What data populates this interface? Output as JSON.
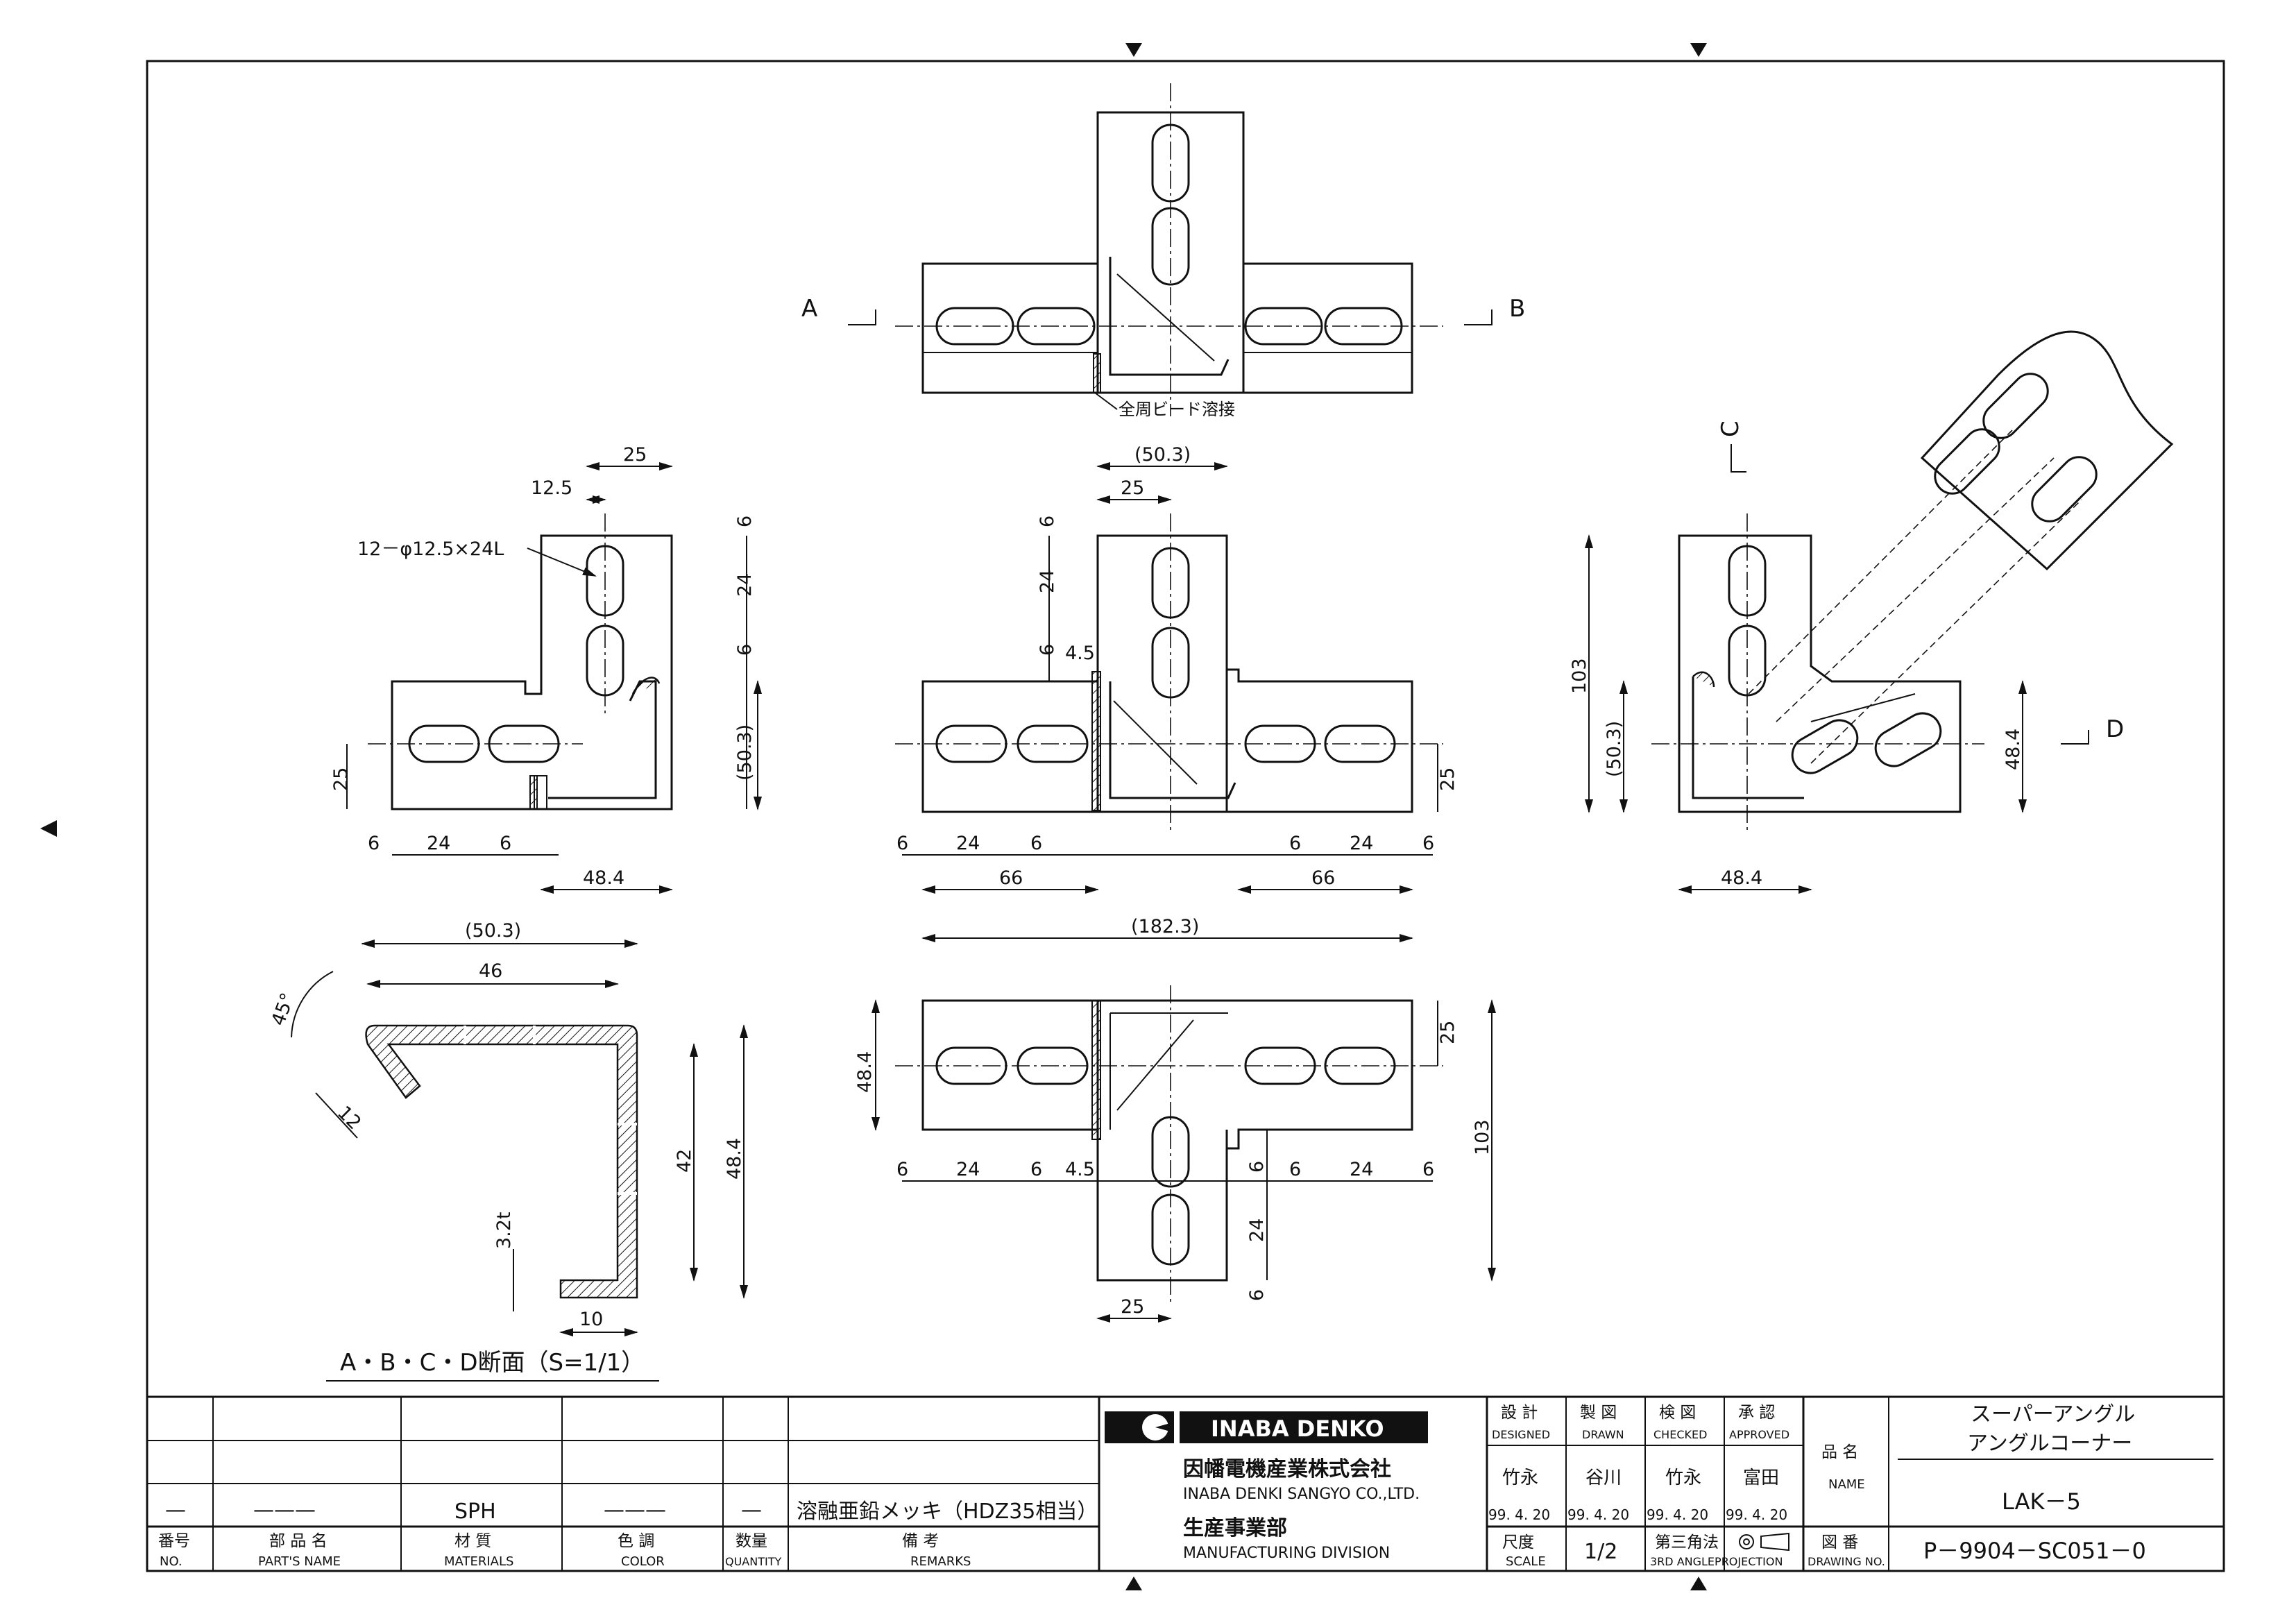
{
  "top_view": {
    "label_a": "A",
    "label_b": "B",
    "weld_note": "全周ビード溶接"
  },
  "left_view": {
    "hole_note": "12－φ12.5×24L",
    "dims": [
      "25",
      "12.5",
      "6",
      "24",
      "6",
      "(50.3)",
      "25",
      "6",
      "24",
      "6",
      "48.4"
    ]
  },
  "front_view": {
    "dims": [
      "(50.3)",
      "25",
      "6",
      "24",
      "6",
      "4.5",
      "25",
      "6",
      "24",
      "6",
      "6",
      "24",
      "6",
      "66",
      "66",
      "(182.3)"
    ]
  },
  "right_view": {
    "label_c": "C",
    "label_d": "D",
    "dims": [
      "103",
      "(50.3)",
      "48.4",
      "48.4"
    ]
  },
  "section": {
    "dims": [
      "(50.3)",
      "46",
      "45°",
      "12",
      "42",
      "48.4",
      "3.2t",
      "10"
    ],
    "caption": "A・B・C・D断面（S=1/1）"
  },
  "bottom_view": {
    "dims": [
      "48.4",
      "25",
      "103",
      "6",
      "24",
      "6",
      "4.5",
      "6",
      "24",
      "6",
      "6",
      "24",
      "6",
      "25"
    ]
  },
  "title_block": {
    "rows": [
      {
        "no": "—",
        "part_name": "———",
        "material": "SPH",
        "color": "———",
        "quantity": "—",
        "remarks": "溶融亜鉛メッキ（HDZ35相当）"
      }
    ],
    "headers": {
      "no": "番号",
      "no_en": "NO.",
      "part_name": "部 品 名",
      "part_name_en": "PART'S NAME",
      "material": "材 質",
      "material_en": "MATERIALS",
      "color": "色 調",
      "color_en": "COLOR",
      "quantity": "数量",
      "quantity_en": "QUANTITY",
      "remarks": "備 考",
      "remarks_en": "REMARKS"
    },
    "company": {
      "brand": "INABA DENKO",
      "name_jp": "因幡電機産業株式会社",
      "name_en": "INABA DENKI SANGYO CO.,LTD.",
      "division_jp": "生産事業部",
      "division_en": "MANUFACTURING DIVISION"
    },
    "approvals": [
      {
        "label": "設 計",
        "label_en": "DESIGNED",
        "name": "竹永",
        "date": "99. 4. 20"
      },
      {
        "label": "製 図",
        "label_en": "DRAWN",
        "name": "谷川",
        "date": "99. 4. 20"
      },
      {
        "label": "検 図",
        "label_en": "CHECKED",
        "name": "竹永",
        "date": "99. 4. 20"
      },
      {
        "label": "承 認",
        "label_en": "APPROVED",
        "name": "富田",
        "date": "99. 4. 20"
      }
    ],
    "scale_label": "尺度",
    "scale_label_en": "SCALE",
    "scale": "1/2",
    "projection": "第三角法",
    "projection_en": "3RD ANGLEPROJECTION",
    "name_label": "品 名",
    "name_label_en": "NAME",
    "product_line1": "スーパーアングル",
    "product_line2": "アングルコーナー",
    "model": "LAK－5",
    "drawing_no_label": "図 番",
    "drawing_no_label_en": "DRAWING NO.",
    "drawing_no": "P－9904－SC051－0"
  }
}
